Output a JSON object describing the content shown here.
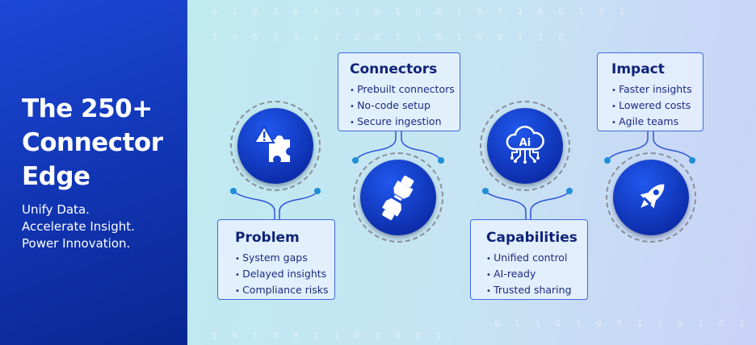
{
  "headline": {
    "title_lines": [
      "The 250+",
      "Connector",
      "Edge"
    ],
    "subtitle_lines": [
      "Unify Data.",
      "Accelerate Insight.",
      "Power Innovation."
    ]
  },
  "cards": [
    {
      "title": "Problem",
      "items": [
        "System gaps",
        "Delayed insights",
        "Compliance risks"
      ],
      "icon": "warning-puzzle-icon"
    },
    {
      "title": "Connectors",
      "items": [
        "Prebuilt connectors",
        "No-code setup",
        "Secure ingestion"
      ],
      "icon": "plug-connector-icon"
    },
    {
      "title": "Capabilities",
      "items": [
        "Unified control",
        "AI-ready",
        "Trusted sharing"
      ],
      "icon": "ai-cloud-icon",
      "icon_text": "Ai"
    },
    {
      "title": "Impact",
      "items": [
        "Faster insights",
        "Lowered costs",
        "Agile teams"
      ],
      "icon": "rocket-icon"
    }
  ],
  "colors": {
    "left_panel": "#1136b5",
    "accent": "#3f6ae0",
    "circle": "#1a49e0",
    "text": "#10237a"
  }
}
